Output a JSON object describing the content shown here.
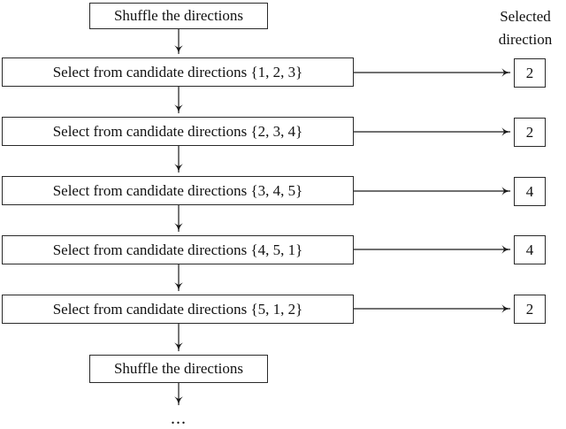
{
  "shuffle_top": "Shuffle the directions",
  "shuffle_bottom": "Shuffle the directions",
  "header": {
    "line1": "Selected",
    "line2": "direction"
  },
  "rows": [
    {
      "label": "Select from candidate directions {1, 2, 3}",
      "selected": "2"
    },
    {
      "label": "Select from candidate directions {2, 3, 4}",
      "selected": "2"
    },
    {
      "label": "Select from candidate directions {3, 4, 5}",
      "selected": "4"
    },
    {
      "label": "Select from candidate directions {4, 5, 1}",
      "selected": "4"
    },
    {
      "label": "Select from candidate directions {5, 1, 2}",
      "selected": "2"
    }
  ],
  "ellipsis": "...",
  "colors": {
    "stroke": "#1a1a1a",
    "box_border": "#2a2a2a",
    "text": "#111111",
    "background": "#ffffff"
  }
}
